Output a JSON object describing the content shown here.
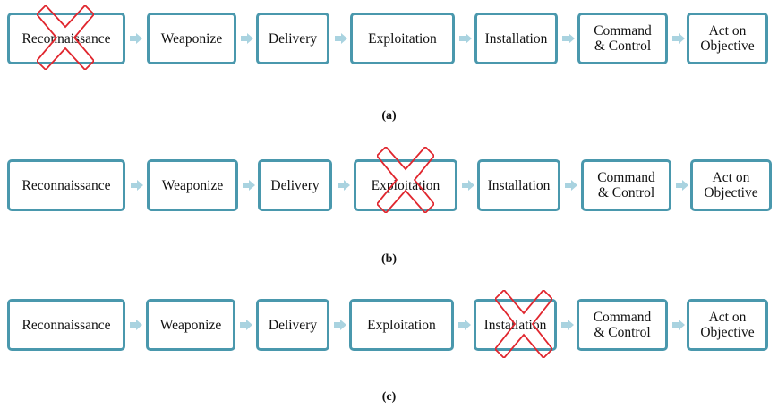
{
  "stages": [
    "Reconnaissance",
    "Weaponize",
    "Delivery",
    "Exploitation",
    "Installation",
    "Command\n& Control",
    "Act on\nObjective"
  ],
  "colors": {
    "box_border": "#4a98ad",
    "arrow": "#a9d3e0",
    "cross": "#e0262e"
  },
  "panels": [
    {
      "caption": "(a)",
      "crossed_stage": "Reconnaissance"
    },
    {
      "caption": "(b)",
      "crossed_stage": "Exploitation"
    },
    {
      "caption": "(c)",
      "crossed_stage": "Installation"
    }
  ]
}
